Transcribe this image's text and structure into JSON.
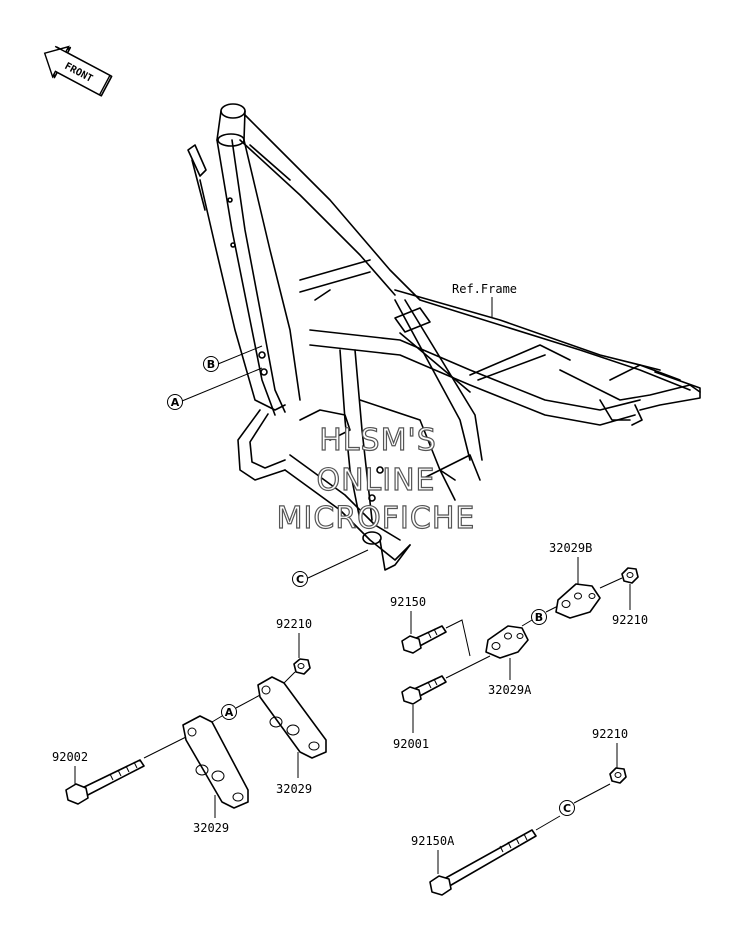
{
  "front_arrow": {
    "label": "FRONT"
  },
  "ref_frame": {
    "label": "Ref.Frame"
  },
  "callouts": {
    "a": "A",
    "b": "B",
    "c": "C"
  },
  "parts": {
    "p92002": "92002",
    "p32029_left": "32029",
    "p32029_right": "32029",
    "p92210_left": "92210",
    "p92150": "92150",
    "p92001": "92001",
    "p32029A": "32029A",
    "p32029B": "32029B",
    "p92210_right": "92210",
    "p92210_bottom": "92210",
    "p92150A": "92150A"
  },
  "watermark": {
    "line1": "HLSM'S",
    "line2": "ONLINE",
    "line3": "MICROFICHE"
  }
}
